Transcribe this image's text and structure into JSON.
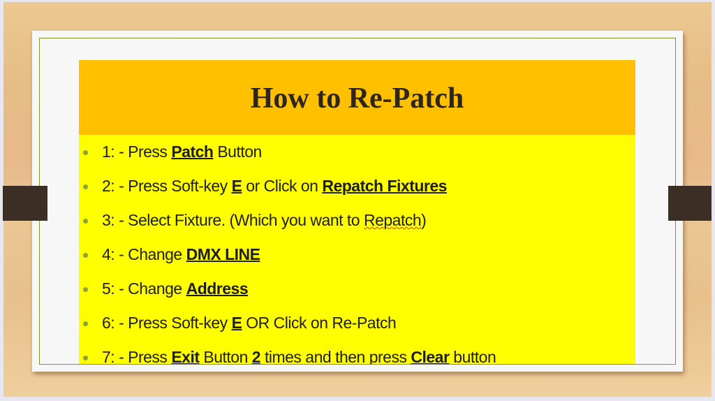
{
  "slide": {
    "title": "How to Re-Patch",
    "bullets": [
      [
        {
          "t": "1: - Press "
        },
        {
          "t": "Patch",
          "b": true
        },
        {
          "t": " Button"
        }
      ],
      [
        {
          "t": "2: - Press Soft-key "
        },
        {
          "t": "E",
          "b": true
        },
        {
          "t": " or Click on "
        },
        {
          "t": "Repatch Fixtures",
          "b": true
        }
      ],
      [
        {
          "t": "3: - Select Fixture.  (Which you want to "
        },
        {
          "t": "Repatch",
          "s": true
        },
        {
          "t": ")"
        }
      ],
      [
        {
          "t": "4: - Change "
        },
        {
          "t": "DMX LINE",
          "b": true
        }
      ],
      [
        {
          "t": "5: - Change "
        },
        {
          "t": "Address",
          "b": true
        }
      ],
      [
        {
          "t": "6: - Press Soft-key "
        },
        {
          "t": "E",
          "b": true
        },
        {
          "t": " OR Click on Re-Patch"
        }
      ],
      [
        {
          "t": "7: - Press "
        },
        {
          "t": "Exit",
          "b": true
        },
        {
          "t": " Button "
        },
        {
          "t": "2",
          "b": true
        },
        {
          "t": " times and then press "
        },
        {
          "t": "Clear",
          "b": true
        },
        {
          "t": " button"
        }
      ]
    ]
  },
  "colors": {
    "header": "#ffc000",
    "body": "#ffff00",
    "bullet": "#8aa236"
  }
}
